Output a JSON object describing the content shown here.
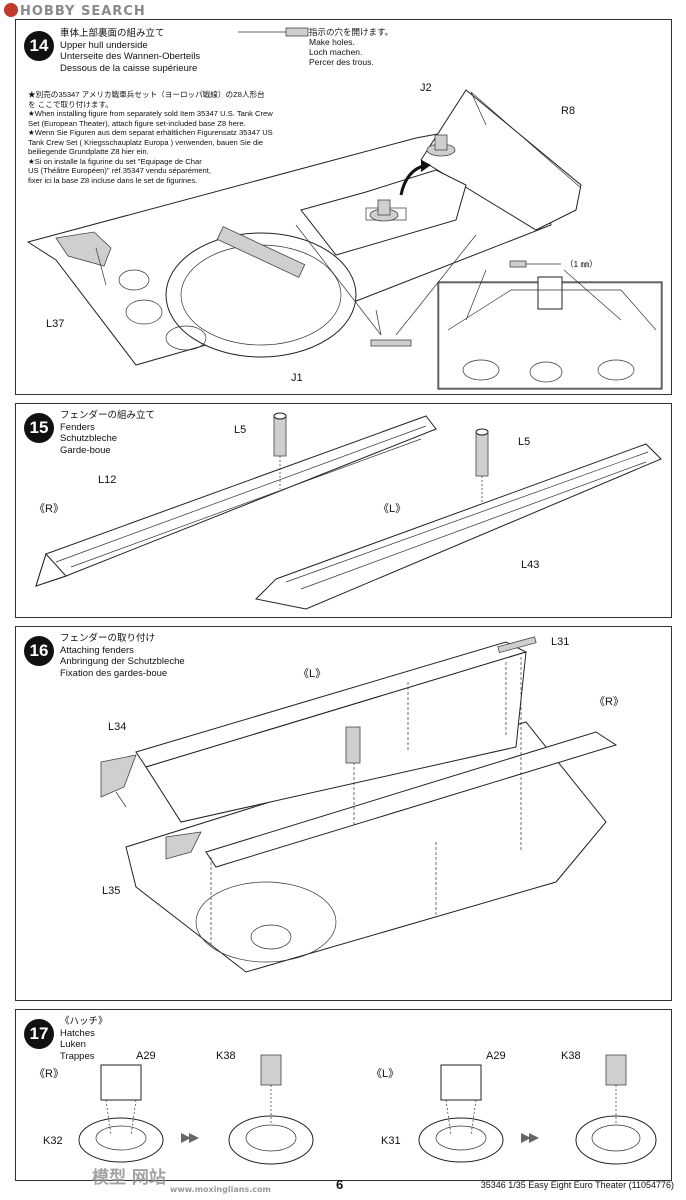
{
  "watermark_top": "HOBBY SEARCH",
  "watermark_bottom": "模型 网站",
  "watermark_url": "www.moxinglians.com",
  "step14": {
    "number": "14",
    "title_jp": "車体上部裏面の組み立て",
    "title_en": "Upper hull underside",
    "title_de": "Unterseite des Wannen-Oberteils",
    "title_fr": "Dessous de la caisse supérieure",
    "hole_jp": "指示の穴を開けます。",
    "hole_en": "Make holes.",
    "hole_de": "Loch machen.",
    "hole_fr": "Percer des trous.",
    "note_lines": [
      "★別売の35347 アメリカ戦車兵セット（ヨーロッパ戦線）のZ8人形台",
      "を ここで取り付けます。",
      "★When installing figure from separately sold Item 35347 U.S. Tank Crew",
      "Set (European Theater), attach figure set-included base Z8 here.",
      "★Wenn Sie Figuren aus dem separat erhältlichen Figurensatz 35347 US",
      "Tank Crew Set ( Kriegsschauplatz Europa ) verwenden, bauen Sie die",
      "beiliegende Grundplatte Z8 hier ein.",
      "★Si on installe la figurine du set \"Equipage de Char",
      "US (Théâtre Européen)\" réf.35347 vendu séparément,",
      "fixer ici la base Z8 incluse dans le set de figurines."
    ],
    "labels": {
      "j2": "J2",
      "r8": "R8",
      "l37": "L37",
      "j1": "J1",
      "drill": "（1 ㎜）"
    }
  },
  "step15": {
    "number": "15",
    "title_jp": "フェンダーの組み立て",
    "title_en": "Fenders",
    "title_de": "Schutzbleche",
    "title_fr": "Garde-boue",
    "labels": {
      "l5a": "L5",
      "l5b": "L5",
      "l12": "L12",
      "r": "《R》",
      "l": "《L》",
      "l43": "L43"
    }
  },
  "step16": {
    "number": "16",
    "title_jp": "フェンダーの取り付け",
    "title_en": "Attaching fenders",
    "title_de": "Anbringung der Schutzbleche",
    "title_fr": "Fixation des gardes-boue",
    "labels": {
      "l31": "L31",
      "l": "《L》",
      "r": "《R》",
      "l34": "L34",
      "l35": "L35"
    }
  },
  "step17": {
    "number": "17",
    "title_jp": "《ハッチ》",
    "title_en": "Hatches",
    "title_de": "Luken",
    "title_fr": "Trappes",
    "labels": {
      "r": "《R》",
      "l": "《L》",
      "a29a": "A29",
      "a29b": "A29",
      "k38a": "K38",
      "k38b": "K38",
      "k32": "K32",
      "k31": "K31"
    }
  },
  "footer": {
    "page": "6",
    "catalog": "35346  1/35 Easy Eight Euro Theater (11054776)"
  }
}
